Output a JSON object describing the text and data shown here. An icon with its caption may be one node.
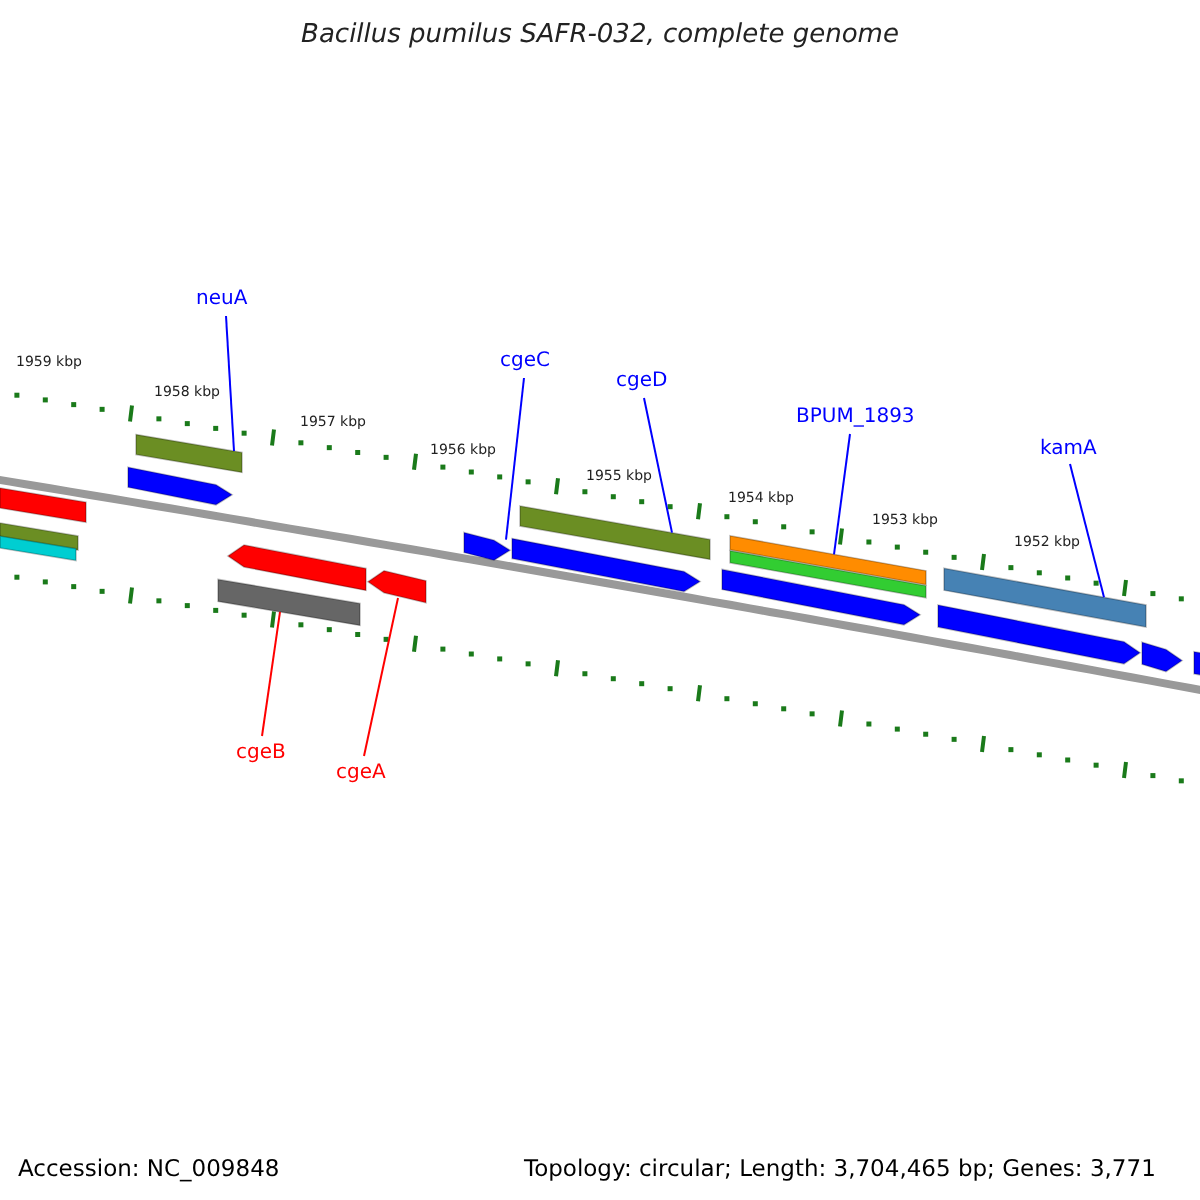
{
  "diagram": {
    "title": "Bacillus pumilus SAFR-032, complete genome",
    "nodes": [
      {
        "text": [
          "neuA"
        ]
      },
      {
        "text": [
          "cgeC"
        ]
      },
      {
        "text": [
          "cgeD"
        ]
      },
      {
        "text": [
          "BPUM_1893"
        ]
      },
      {
        "text": [
          "kamA"
        ]
      },
      {
        "text": [
          "cgeB"
        ]
      },
      {
        "text": [
          "cgeA"
        ]
      },
      {
        "text": [],
        "shape": "bar"
      },
      {
        "text": [],
        "shape": "pentagon"
      },
      {
        "text": [],
        "shape": "bar"
      },
      {
        "text": [],
        "shape": "bar"
      },
      {
        "text": [],
        "shape": "bar"
      },
      {
        "text": [],
        "shape": "bar"
      },
      {
        "text": [],
        "shape": "pentagon"
      },
      {
        "text": [],
        "shape": "bar"
      },
      {
        "text": [],
        "shape": "bar"
      },
      {
        "text": [],
        "shape": "bar"
      },
      {
        "text": [],
        "shape": "pentagon"
      },
      {
        "text": [],
        "shape": "pentagon"
      },
      {
        "text": [],
        "shape": "pentagon"
      },
      {
        "text": [],
        "shape": "bar"
      },
      {
        "text": [],
        "shape": "pentagon"
      },
      {
        "text": [],
        "shape": "pentagon"
      },
      {
        "text": [],
        "shape": "pentagon"
      },
      {
        "text": [],
        "shape": "bar"
      }
    ],
    "edges": [
      {
        "from": 0,
        "to": 7,
        "arrow": "none"
      },
      {
        "from": 1,
        "to": 8,
        "arrow": "none"
      },
      {
        "from": 2,
        "to": 9,
        "arrow": "none"
      },
      {
        "from": 3,
        "to": 10,
        "arrow": "none"
      },
      {
        "from": 4,
        "to": 11,
        "arrow": "none"
      },
      {
        "from": 5,
        "to": 12,
        "arrow": "none",
        "color": "#ff0000"
      },
      {
        "from": 6,
        "to": 13,
        "arrow": "none",
        "color": "#ff0000"
      }
    ],
    "labels": [
      "1959 kbp",
      "1958 kbp",
      "1957 kbp",
      "1956 kbp",
      "1955 kbp",
      "1954 kbp",
      "1953 kbp",
      "1952 kbp",
      "Accession: NC_009848",
      "Topology: circular; Length: 3,704,465 bp; Genes: 3,771"
    ]
  }
}
